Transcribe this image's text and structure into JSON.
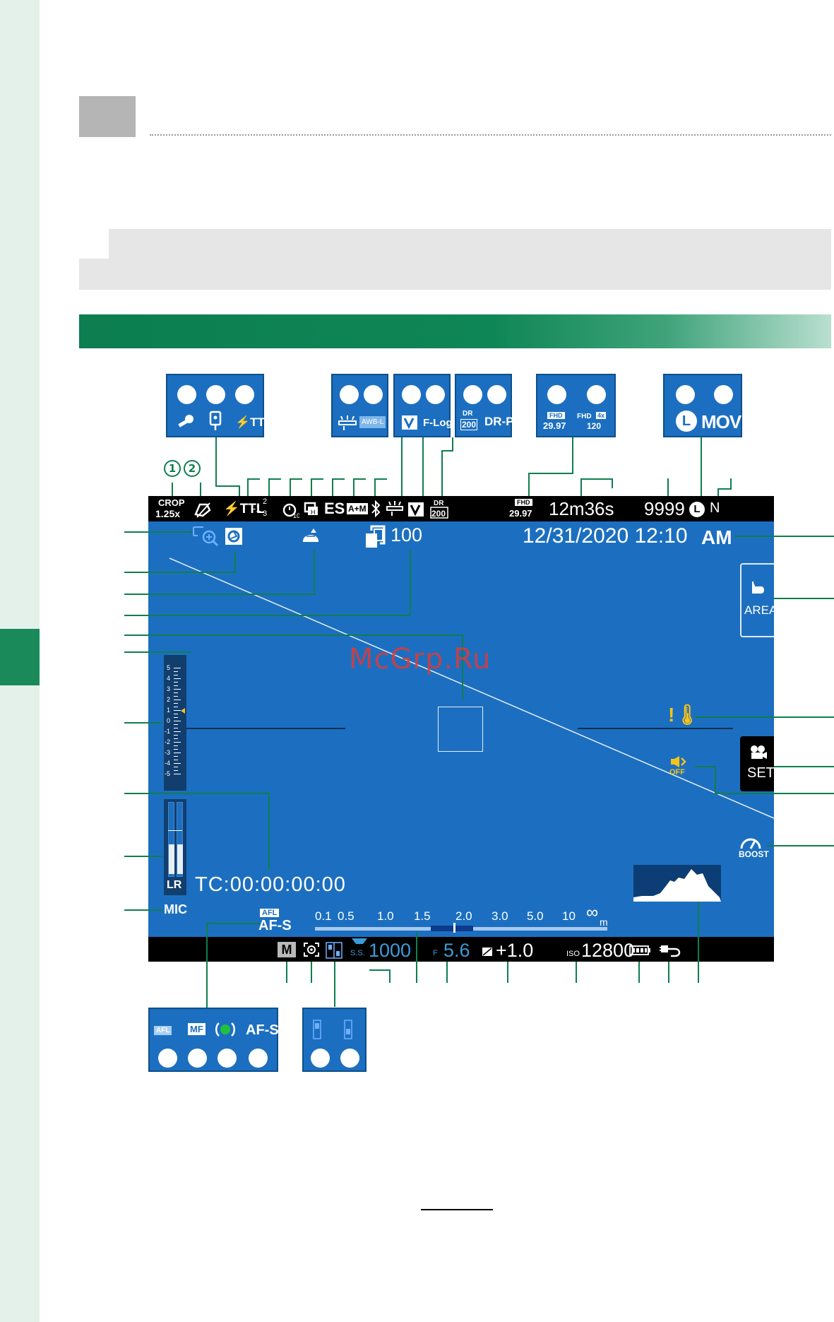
{
  "colors": {
    "accent_green": "#0f7e4f",
    "screen_blue": "#1c6fc0",
    "sidebar": "#e3f1ea",
    "watermark": "#d83c3c"
  },
  "watermark": "McGrp.Ru",
  "callouts": {
    "mic": {
      "icons": [
        "microphone-icon",
        "remote-release-icon",
        "flash-ttl-icon"
      ],
      "flash_label": "⚡TTL"
    },
    "wb": {
      "awb_label": "AWB-L"
    },
    "film": {
      "flog_label": "F-Log"
    },
    "dr": {
      "dr_label": "DR",
      "dr_value": "200",
      "drp_label": "DR-P"
    },
    "movie": {
      "fhd_label": "FHD",
      "fhd_rate": "29.97",
      "fhd4x_label": "FHD",
      "fhd4x_mult": "4x",
      "fhd4x_rate": "120"
    },
    "format": {
      "l_label": "L",
      "mov_label": "MOV"
    },
    "focus": {
      "afl": "AFL",
      "mf": "MF",
      "afs": "AF-S"
    }
  },
  "screen": {
    "top": {
      "crop_label": "CROP",
      "crop_value": "1.25x",
      "flash": "⚡TTL",
      "flash_comp": "-1",
      "flash_frac_num": "2",
      "flash_frac_den": "3",
      "es": "ES",
      "am": "A+M",
      "fhd": "FHD",
      "fhd_rate": "29.97",
      "rec_time": "12m36s",
      "frames": "9999",
      "size": "L",
      "quality": "N"
    },
    "date_time": "12/31/2020 12:10",
    "ampm": "AM",
    "battery_count": "100",
    "area_label": "AREA",
    "set_label": "SET",
    "mic_label": "MIC",
    "lr_label": "LR",
    "timecode": "TC:00:00:00:00",
    "boost_label": "BOOST",
    "off_label": "OFF",
    "afl_label": "AFL",
    "afs_label": "AF-S",
    "scale": {
      "values": [
        "0.1",
        "0.5",
        "1.0",
        "1.5",
        "2.0",
        "3.0",
        "5.0",
        "10",
        "∞"
      ],
      "unit": "m"
    },
    "meter_ticks": [
      "5",
      "4",
      "3",
      "2",
      "1",
      "0",
      "-1",
      "-2",
      "-3",
      "-4",
      "-5"
    ],
    "bottom": {
      "mode": "M",
      "ss_label": "S.S.",
      "shutter": "1000",
      "f_label": "F",
      "aperture": "5.6",
      "exp_comp": "+1.0",
      "iso_label": "ISO",
      "iso": "12800"
    }
  },
  "pin_labels": [
    "1",
    "2"
  ]
}
